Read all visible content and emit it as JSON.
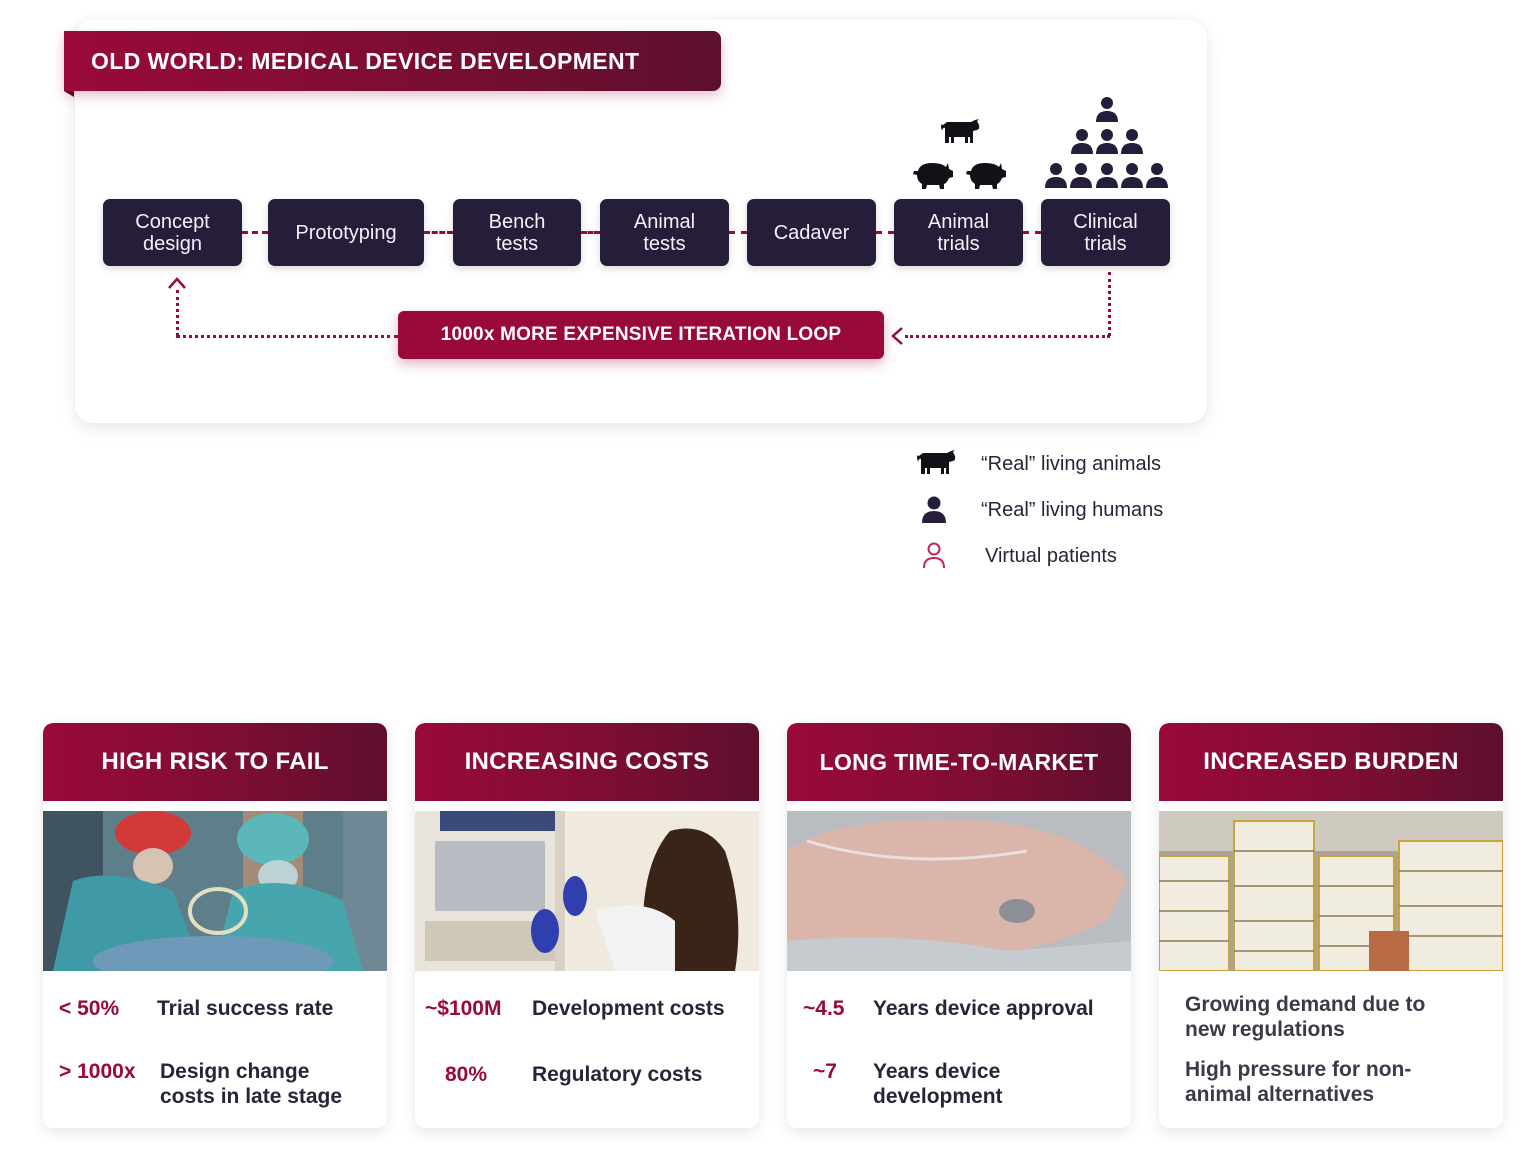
{
  "header": {
    "title": "OLD WORLD: MEDICAL DEVICE DEVELOPMENT"
  },
  "pipeline": {
    "stages": [
      {
        "label": "Concept\ndesign"
      },
      {
        "label": "Prototyping"
      },
      {
        "label": "Bench\ntests"
      },
      {
        "label": "Animal\ntests"
      },
      {
        "label": "Cadaver"
      },
      {
        "label": "Animal\ntrials"
      },
      {
        "label": "Clinical\ntrials"
      }
    ],
    "animal_trials_icons": [
      "cow-icon",
      "pig-icon",
      "pig-icon"
    ],
    "clinical_trials_icons": {
      "rows": [
        1,
        3,
        5
      ],
      "icon": "person-icon"
    },
    "loop_label": "1000x MORE EXPENSIVE ITERATION LOOP"
  },
  "legend": {
    "items": [
      {
        "icon": "cow-icon",
        "label": "“Real” living animals"
      },
      {
        "icon": "person-filled-icon",
        "label": "“Real” living humans"
      },
      {
        "icon": "person-outline-icon",
        "label": "Virtual patients"
      }
    ]
  },
  "cards": [
    {
      "title": "HIGH RISK TO FAIL",
      "image": "surgeons-operating-photo",
      "stats": [
        {
          "value": "< 50%",
          "label": "Trial success rate"
        },
        {
          "value": "> 1000x",
          "label": "Design change\ncosts in late stage"
        }
      ]
    },
    {
      "title": "INCREASING COSTS",
      "image": "lab-researcher-photo",
      "stats": [
        {
          "value": "~$100M",
          "label": "Development costs"
        },
        {
          "value": "80%",
          "label": "Regulatory costs"
        }
      ]
    },
    {
      "title": "LONG TIME-TO-MARKET",
      "image": "pig-in-plastic-photo",
      "stats": [
        {
          "value": "~4.5",
          "label": "Years device approval"
        },
        {
          "value": "~7",
          "label": "Years device\ndevelopment"
        }
      ]
    },
    {
      "title": "INCREASED BURDEN",
      "image": "paper-stacks-photo",
      "texts": [
        "Growing demand due to\nnew regulations",
        "High pressure for non-\nanimal alternatives"
      ]
    }
  ],
  "colors": {
    "accent": "#9a0a38",
    "accent_dark": "#5e0f2e",
    "stage_bg": "#261d3a",
    "text": "#2a2438",
    "virtual_patient": "#c2285a"
  }
}
